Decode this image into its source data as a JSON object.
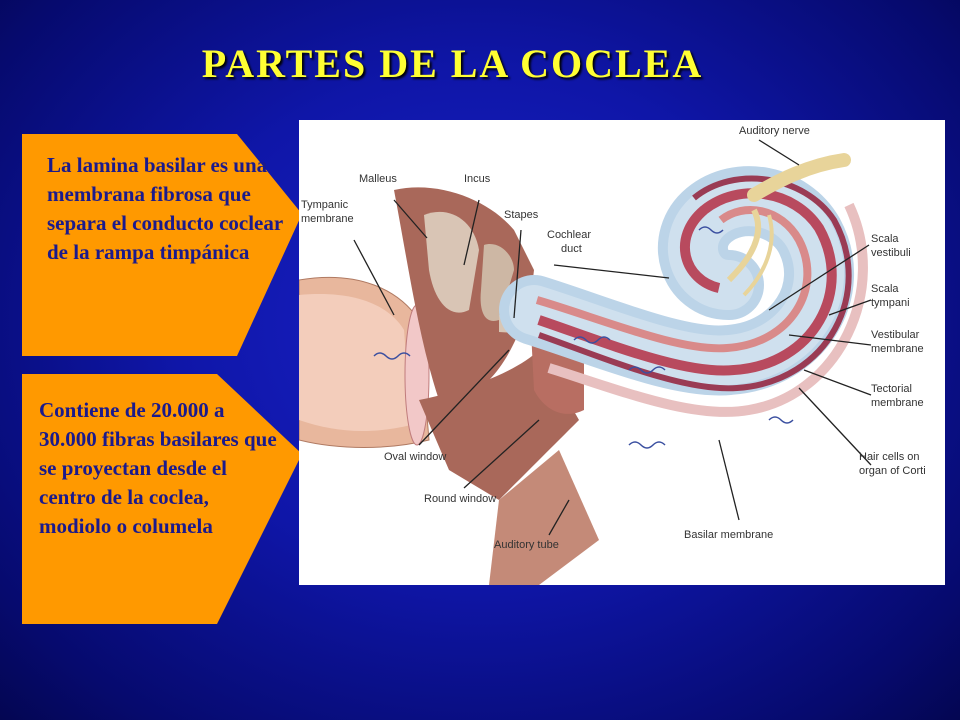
{
  "title": "PARTES  DE  LA  COCLEA",
  "callouts": [
    {
      "text": "La lamina basilar es una membrana fibrosa que separa el conducto coclear de la rampa timpánica"
    },
    {
      "text": "Contiene de 20.000 a 30.000 fibras basilares que se proyectan desde el centro de la coclea, modiolo o columela"
    }
  ],
  "diagram": {
    "labels": {
      "auditory_nerve": "Auditory nerve",
      "malleus": "Malleus",
      "incus": "Incus",
      "tympanic_membrane_1": "Tympanic",
      "tympanic_membrane_2": "membrane",
      "stapes": "Stapes",
      "cochlear_duct_1": "Cochlear",
      "cochlear_duct_2": "duct",
      "scala_vestibuli_1": "Scala",
      "scala_vestibuli_2": "vestibuli",
      "scala_tympani_1": "Scala",
      "scala_tympani_2": "tympani",
      "vestibular_membrane_1": "Vestibular",
      "vestibular_membrane_2": "membrane",
      "tectorial_membrane_1": "Tectorial",
      "tectorial_membrane_2": "membrane",
      "hair_cells_1": "Hair cells on",
      "hair_cells_2": "organ of Corti",
      "oval_window": "Oval window",
      "round_window": "Round window",
      "auditory_tube": "Auditory tube",
      "basilar_membrane": "Basilar membrane"
    }
  },
  "colors": {
    "title": "#ffff33",
    "callout_fill": "#ff9900",
    "callout_text": "#1b1a8c",
    "background": "#0f16a8"
  }
}
